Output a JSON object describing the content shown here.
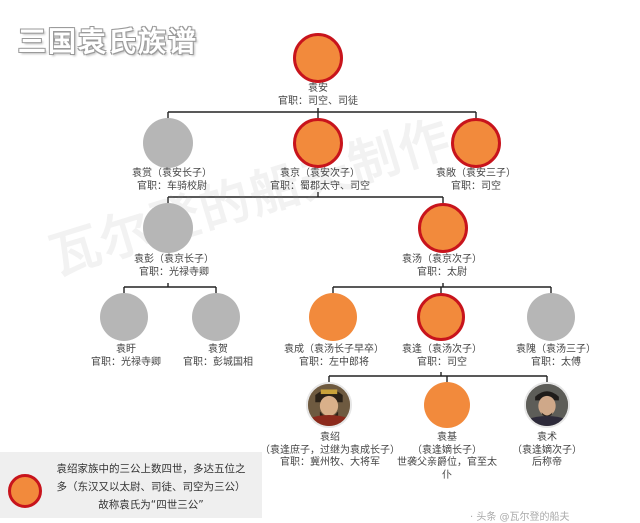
{
  "title": "三国袁氏族谱",
  "watermark": "瓦尔登的船夫制作",
  "colors": {
    "high_official_fill": "#f28a3c",
    "high_official_ring": "#c8141c",
    "other_fill": "#b6b6b6",
    "line": "#222222"
  },
  "people": [
    {
      "name": "袁安",
      "lines": [
        "袁安",
        "官职：司空、司徒"
      ],
      "style": "orange-ring"
    },
    {
      "name": "袁赏",
      "lines": [
        "袁赏（袁安长子）",
        "官职：车骑校尉"
      ],
      "style": "gray"
    },
    {
      "name": "袁京",
      "lines": [
        "袁京（袁安次子）",
        "官职：蜀郡太守、司空"
      ],
      "style": "orange-ring"
    },
    {
      "name": "袁敞",
      "lines": [
        "袁敞（袁安三子）",
        "官职：司空"
      ],
      "style": "orange-ring"
    },
    {
      "name": "袁彭",
      "lines": [
        "袁彭（袁京长子）",
        "官职：光禄寺卿"
      ],
      "style": "gray"
    },
    {
      "name": "袁汤",
      "lines": [
        "袁汤（袁京次子）",
        "官职：太尉"
      ],
      "style": "orange-ring"
    },
    {
      "name": "袁盱",
      "lines": [
        "袁盱",
        "官职：光禄寺卿"
      ],
      "style": "gray"
    },
    {
      "name": "袁贺",
      "lines": [
        "袁贺",
        "官职：彭城国相"
      ],
      "style": "gray"
    },
    {
      "name": "袁成",
      "lines": [
        "袁成（袁汤长子早卒）",
        "官职：左中郎将"
      ],
      "style": "orange"
    },
    {
      "name": "袁逢",
      "lines": [
        "袁逢（袁汤次子）",
        "官职：司空"
      ],
      "style": "orange-ring"
    },
    {
      "name": "袁隗",
      "lines": [
        "袁隗（袁汤三子）",
        "官职：太傅"
      ],
      "style": "gray"
    },
    {
      "name": "袁绍",
      "lines": [
        "袁绍",
        "（袁逢庶子，过继为袁成长子）",
        "官职：冀州牧、大将军"
      ],
      "style": "portrait",
      "icon": "portrait-yuan-shao-icon"
    },
    {
      "name": "袁基",
      "lines": [
        "袁基",
        "（袁逢嫡长子）",
        "世袭父亲爵位，官至太",
        "仆"
      ],
      "style": "orange"
    },
    {
      "name": "袁术",
      "lines": [
        "袁术",
        "（袁逢嫡次子）",
        "后称帝"
      ],
      "style": "portrait-dark",
      "icon": "portrait-yuan-shu-icon"
    }
  ],
  "legend": {
    "lines": [
      "袁绍家族中的三公上数四世，多达五位之",
      "多（东汉又以太尉、司徒、司空为三公）",
      "故称袁氏为“四世三公”"
    ]
  },
  "bottom_text": "· 头条 @瓦尔登的船夫"
}
